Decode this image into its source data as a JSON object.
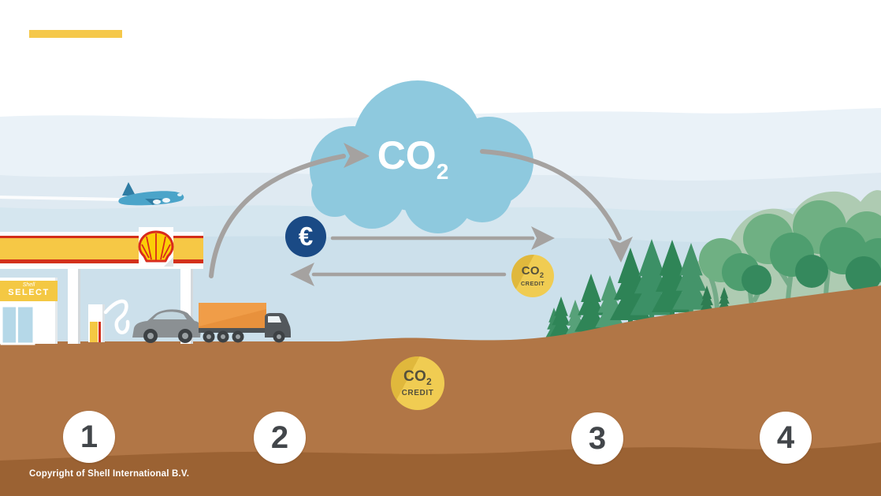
{
  "page": {
    "copyright": "Copyright of Shell International B.V."
  },
  "decor": {
    "accent_bar_color": "#f5c84a"
  },
  "cloud": {
    "gas": "CO",
    "sub": "2"
  },
  "flows": {
    "euro": {
      "symbol": "€"
    },
    "credit_sky": {
      "gas": "CO",
      "sub": "2",
      "label": "CREDIT"
    },
    "credit_ground": {
      "gas": "CO",
      "sub": "2",
      "label": "CREDIT"
    }
  },
  "station": {
    "shop_sign": {
      "script": "Shell",
      "name": "SELECT"
    }
  },
  "steps": [
    {
      "number": "1"
    },
    {
      "number": "2"
    },
    {
      "number": "3"
    },
    {
      "number": "4"
    }
  ],
  "colors": {
    "sky_main": "#cce0eb",
    "cloud_blue": "#8ec9de",
    "arrow_gray": "#a5a2a0",
    "euro_navy": "#1a4a85",
    "credit_yellow": "#f0cc52",
    "soil": "#b17646",
    "soil_dark": "#9b6233",
    "canopy_yellow": "#f6c845",
    "canopy_red": "#d3301a",
    "pine_green": "#2f8557",
    "truck_orange": "#e8913c"
  }
}
